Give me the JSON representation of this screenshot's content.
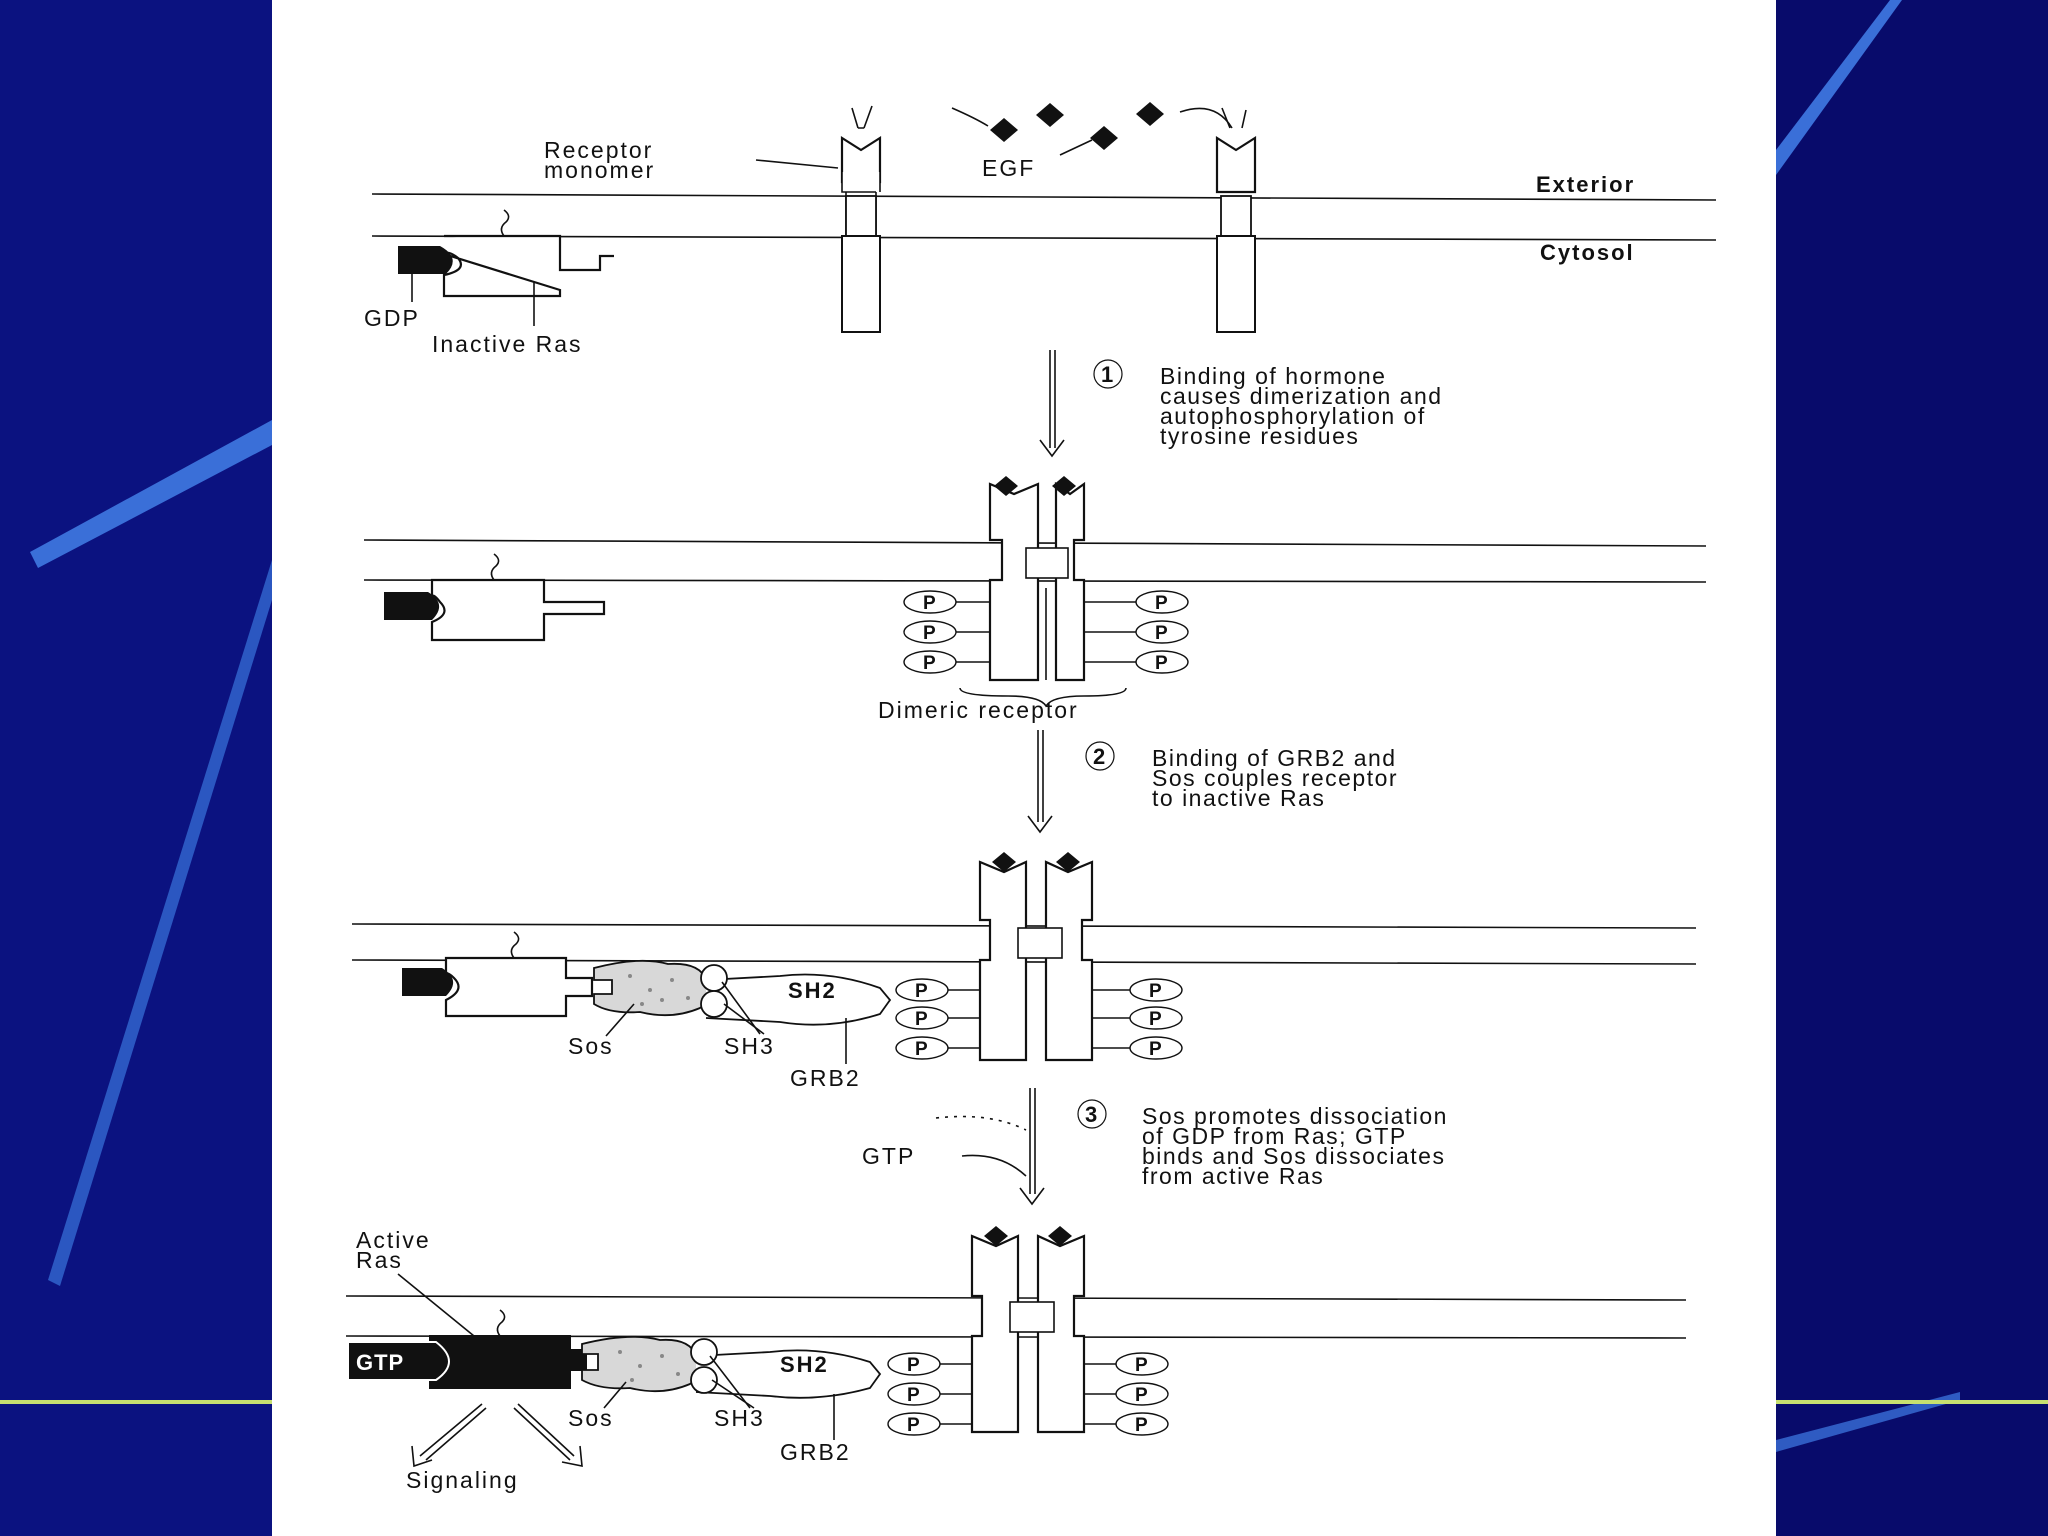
{
  "slide": {
    "background_color": "#080b6b",
    "accent_color": "#3a6fd8",
    "rule_color": "#c7e070",
    "panel_color": "#ffffff"
  },
  "labels": {
    "receptor_monomer": [
      "Receptor",
      "monomer"
    ],
    "egf": "EGF",
    "exterior": "Exterior",
    "cytosol": "Cytosol",
    "gdp": "GDP",
    "inactive_ras": "Inactive Ras",
    "dimeric_receptor": "Dimeric receptor",
    "phosphate": "P",
    "sos": "Sos",
    "sh2": "SH2",
    "sh3": "SH3",
    "grb2": "GRB2",
    "gtp_input": "GTP",
    "gtp_bound": "GTP",
    "active_ras": [
      "Active",
      "Ras"
    ],
    "signaling": "Signaling"
  },
  "steps": [
    {
      "number": "1",
      "lines": [
        "Binding of hormone",
        "causes dimerization and",
        "autophosphorylation of",
        "tyrosine residues"
      ]
    },
    {
      "number": "2",
      "lines": [
        "Binding of GRB2 and",
        "Sos couples receptor",
        "to inactive Ras"
      ]
    },
    {
      "number": "3",
      "lines": [
        "Sos promotes dissociation",
        "of GDP from Ras; GTP",
        "binds and Sos dissociates",
        "from active Ras"
      ]
    }
  ]
}
